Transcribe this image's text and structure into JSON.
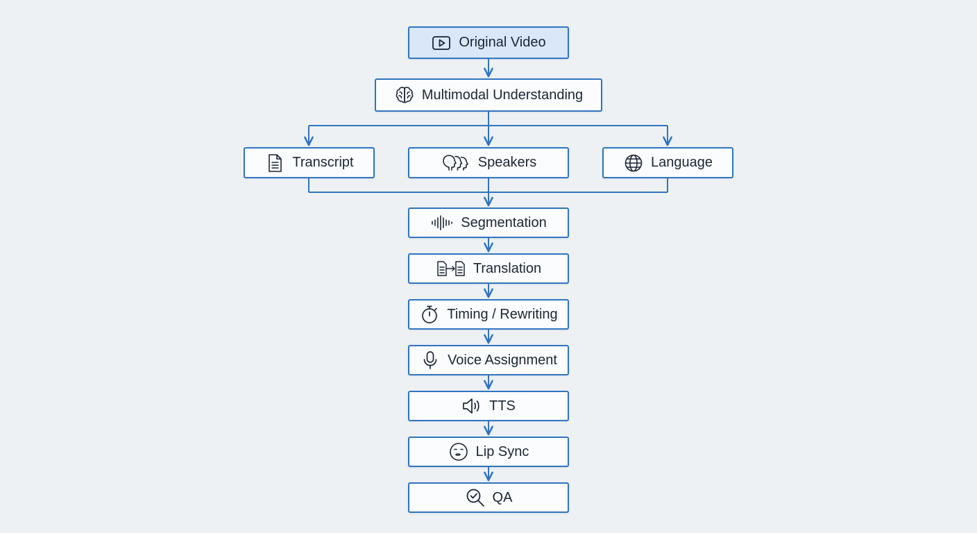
{
  "colors": {
    "background": "#edf1f4",
    "accent": "#2f74c0",
    "node_fill": "#fbfcfe",
    "node_fill_primary": "#d9e7f8",
    "text": "#1a2533"
  },
  "nodes": [
    {
      "id": "original-video",
      "label": "Original Video",
      "icon": "play-icon"
    },
    {
      "id": "multimodal-understanding",
      "label": "Multimodal Understanding",
      "icon": "brain-icon"
    },
    {
      "id": "transcript",
      "label": "Transcript",
      "icon": "document-icon"
    },
    {
      "id": "speakers",
      "label": "Speakers",
      "icon": "speakers-icon"
    },
    {
      "id": "language",
      "label": "Language",
      "icon": "globe-icon"
    },
    {
      "id": "segmentation",
      "label": "Segmentation",
      "icon": "waveform-icon"
    },
    {
      "id": "translation",
      "label": "Translation",
      "icon": "translate-icon"
    },
    {
      "id": "timing-rewriting",
      "label": "Timing / Rewriting",
      "icon": "stopwatch-icon"
    },
    {
      "id": "voice-assignment",
      "label": "Voice Assignment",
      "icon": "microphone-icon"
    },
    {
      "id": "tts",
      "label": "TTS",
      "icon": "speaker-icon"
    },
    {
      "id": "lip-sync",
      "label": "Lip Sync",
      "icon": "face-icon"
    },
    {
      "id": "qa",
      "label": "QA",
      "icon": "magnifier-check-icon"
    }
  ],
  "edges": [
    [
      "original-video",
      "multimodal-understanding"
    ],
    [
      "multimodal-understanding",
      "transcript"
    ],
    [
      "multimodal-understanding",
      "speakers"
    ],
    [
      "multimodal-understanding",
      "language"
    ],
    [
      "transcript",
      "segmentation"
    ],
    [
      "speakers",
      "segmentation"
    ],
    [
      "language",
      "segmentation"
    ],
    [
      "segmentation",
      "translation"
    ],
    [
      "translation",
      "timing-rewriting"
    ],
    [
      "timing-rewriting",
      "voice-assignment"
    ],
    [
      "voice-assignment",
      "tts"
    ],
    [
      "tts",
      "lip-sync"
    ],
    [
      "lip-sync",
      "qa"
    ]
  ]
}
